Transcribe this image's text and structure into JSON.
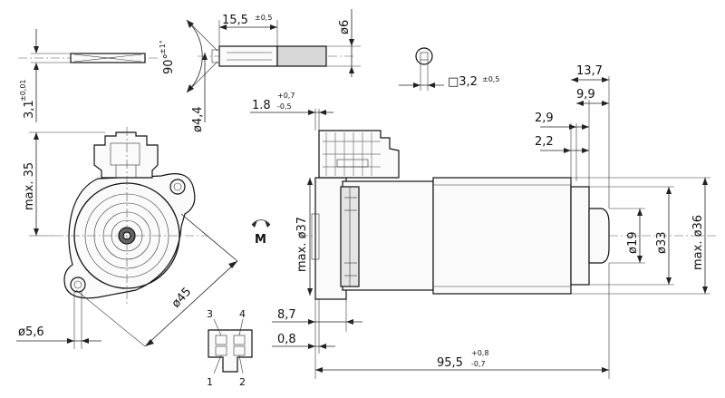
{
  "dimensions": {
    "shaft_length": "15,5",
    "shaft_length_tol": "±0,5",
    "shaft_dia": "ø6",
    "flat_thickness": "3,1",
    "flat_thickness_tol": "±0,01",
    "angle": "90°",
    "angle_tol": "±1°",
    "neck_dia": "ø4,4",
    "square_hole": "□3,2",
    "square_hole_tol": "±0,5",
    "d_13_7": "13,7",
    "d_9_9": "9,9",
    "d_2_9": "2,9",
    "d_2_2": "2,2",
    "d_1_8": "1.8",
    "d_1_8_upper": "+0,7",
    "d_1_8_lower": "-0,5",
    "max_35": "max. 35",
    "max_dia_37": "max. ø37",
    "dia_19": "ø19",
    "dia_33": "ø33",
    "max_dia_36": "max. ø36",
    "dia_45": "ø45",
    "dia_5_6": "ø5,6",
    "d_8_7": "8,7",
    "d_0_8": "0,8",
    "overall_length": "95,5",
    "overall_upper": "+0,8",
    "overall_lower": "-0,7"
  },
  "motor_symbol": "M",
  "connector_pins": [
    "1",
    "2",
    "3",
    "4"
  ]
}
